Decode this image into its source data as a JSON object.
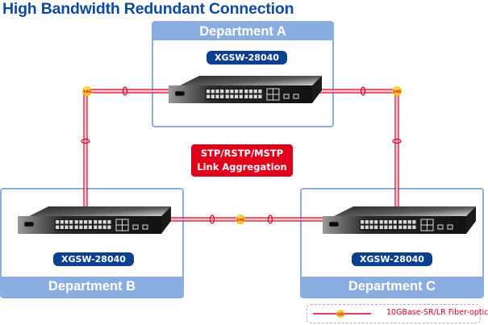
{
  "title": "High Bandwidth Redundant Connection",
  "departments": [
    {
      "id": "a",
      "label": "Department A",
      "switch_model": "XGSW-28040"
    },
    {
      "id": "b",
      "label": "Department B",
      "switch_model": "XGSW-28040"
    },
    {
      "id": "c",
      "label": "Department C",
      "switch_model": "XGSW-28040"
    }
  ],
  "protocols": {
    "line1": "STP/RSTP/MSTP",
    "line2": "Link Aggregation"
  },
  "link_badge": "10G",
  "legend": {
    "badge": "10G",
    "label": "10GBase-SR/LR Fiber-optic"
  },
  "colors": {
    "title": "#0d4aa0",
    "department_header": "#8aaee0",
    "model_badge": "#0b3f8f",
    "protocol_box": "#e0001b",
    "fiber_line": "#d2002a",
    "link_badge": "#ffcc00"
  },
  "icons": [
    "network-switch-icon",
    "fiber-link-badge-icon"
  ]
}
